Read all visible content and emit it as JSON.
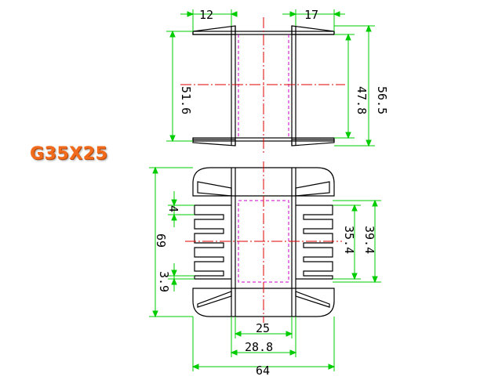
{
  "title": "G35X25",
  "colors": {
    "outline": "#000000",
    "dimension": "#00cc00",
    "centerline": "#dd0000",
    "hidden": "#cc00cc",
    "title": "#f26a1b"
  },
  "dimensions": {
    "top_flange_left": "12",
    "top_flange_right": "17",
    "top_height_left": "51.6",
    "top_inner_right": "47.8",
    "top_outer_right": "56.5",
    "front_height": "69",
    "fin_pitch": "4",
    "bottom_gap": "3.9",
    "fins_span": "35.4",
    "fins_outer": "39.4",
    "core_width": "25",
    "inner_width": "28.8",
    "overall_width": "64"
  }
}
